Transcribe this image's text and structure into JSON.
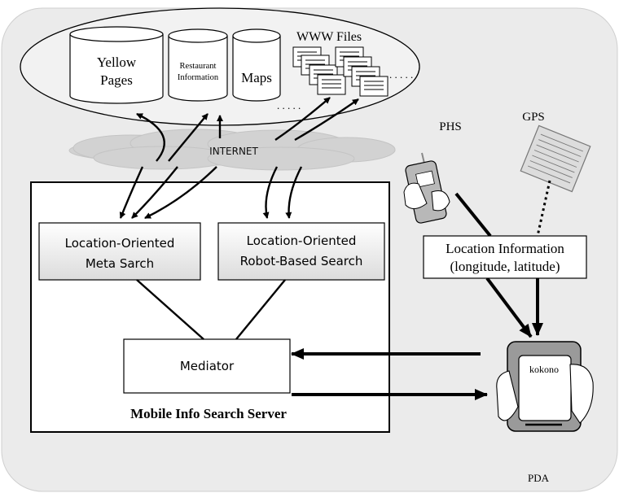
{
  "cloud_sources": {
    "yellow_pages_line1": "Yellow",
    "yellow_pages_line2": "Pages",
    "restaurant_line1": "Restaurant",
    "restaurant_line2": "Information",
    "maps": "Maps",
    "www_files": "WWW Files",
    "dots_right": ". . . . .",
    "dots_bottom": ". . . . ."
  },
  "internet_label": "INTERNET",
  "server": {
    "caption": "Mobile Info Search Server",
    "meta_search_line1": "Location-Oriented",
    "meta_search_line2": "Meta Sarch",
    "robot_search_line1": "Location-Oriented",
    "robot_search_line2": "Robot-Based Search",
    "mediator": "Mediator"
  },
  "devices": {
    "phs": "PHS",
    "gps": "GPS",
    "pda": "PDA",
    "pda_screen": "kokono"
  },
  "location_box": {
    "line1": "Location Information",
    "line2": "(longitude, latitude)"
  }
}
